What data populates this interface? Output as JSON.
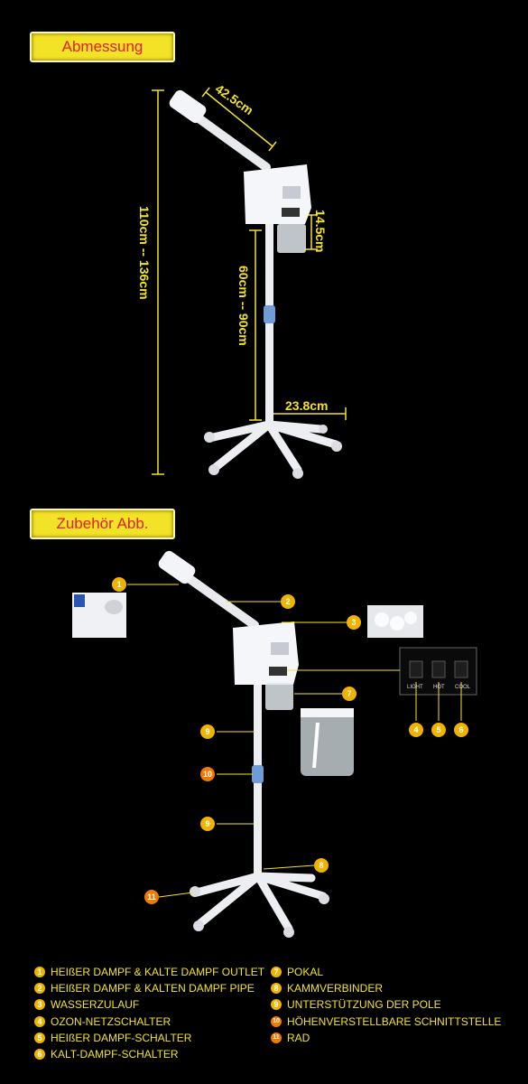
{
  "sections": {
    "dimensions_title": "Abmessung",
    "accessories_title": "Zubehör Abb."
  },
  "dimensions": {
    "arm_length": "42.5cm",
    "total_height": "110cm -- 136cm",
    "head_height": "14.5cm",
    "pole_height": "60cm -- 90cm",
    "base_radius": "23.8cm"
  },
  "switches": {
    "light": "LIGHT",
    "hot": "HOT",
    "cool": "COOL"
  },
  "callouts": [
    "1",
    "2",
    "3",
    "4",
    "5",
    "6",
    "7",
    "8",
    "9",
    "10",
    "11"
  ],
  "legend": {
    "left": [
      {
        "num": "1",
        "label": "HEIßER DAMPF & KALTE DAMPF OUTLET"
      },
      {
        "num": "2",
        "label": "HEIßER DAMPF & KALTEN DAMPF PIPE"
      },
      {
        "num": "3",
        "label": "WASSERZULAUF"
      },
      {
        "num": "4",
        "label": "OZON-NETZSCHALTER"
      },
      {
        "num": "5",
        "label": "HEIßER DAMPF-SCHALTER"
      },
      {
        "num": "6",
        "label": "KALT-DAMPF-SCHALTER"
      }
    ],
    "right": [
      {
        "num": "7",
        "label": "POKAL"
      },
      {
        "num": "8",
        "label": "KAMMVERBINDER"
      },
      {
        "num": "9",
        "label": "UNTERSTÜTZUNG DER POLE"
      },
      {
        "num": "10",
        "label": "HÖHENVERSTELLBARE SCHNITTSTELLE"
      },
      {
        "num": "11",
        "label": "RAD"
      }
    ]
  },
  "colors": {
    "background": "#000000",
    "accent_yellow": "#f3e326",
    "title_text_red": "#e0201a",
    "callout_orange": "#f0b400"
  }
}
